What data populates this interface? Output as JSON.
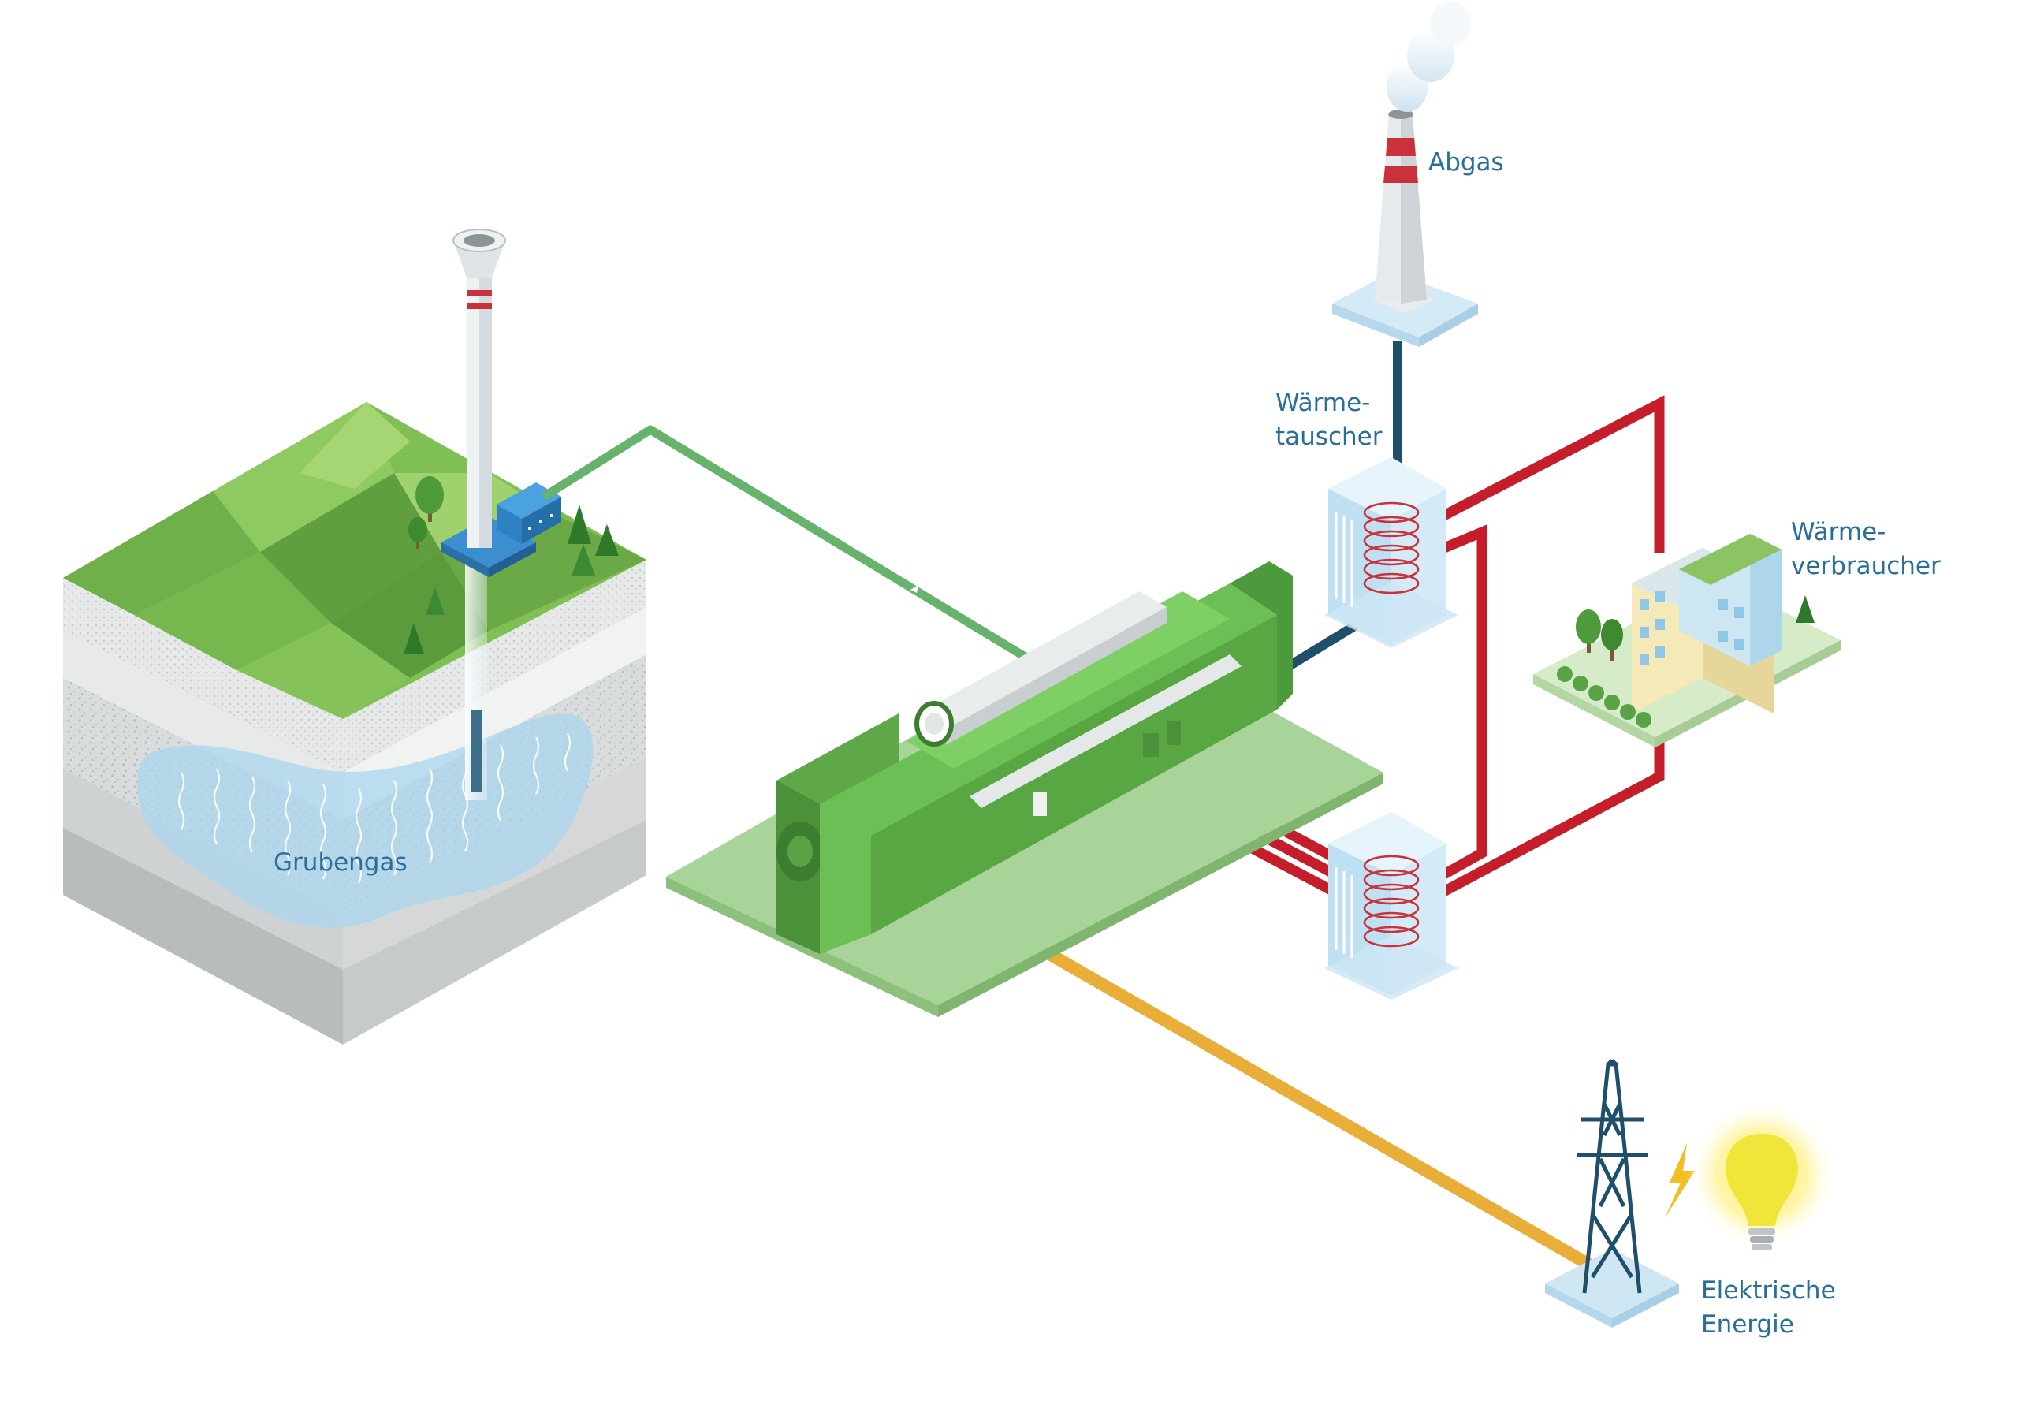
{
  "colors": {
    "gas_line": "#68b36b",
    "heat_loop": "#c61d2a",
    "exhaust_line": "#1f4f6b",
    "power_line": "#e9ae38",
    "label_text": "#2a6f9c"
  },
  "labels": {
    "grubengas": "Grubengas",
    "abgas": "Abgas",
    "waermetauscher_line1": "Wärme-",
    "waermetauscher_line2": "tauscher",
    "waermeverbraucher_line1": "Wärme-",
    "waermeverbraucher_line2": "verbraucher",
    "elektrische_line1": "Elektrische",
    "elektrische_line2": "Energie"
  },
  "icons": [
    "mine-gas-block",
    "gas-well-chimney",
    "gas-engine-generator",
    "heat-exchanger",
    "exhaust-chimney",
    "heat-consumer-building",
    "power-pylon",
    "lightning-icon",
    "light-bulb-icon"
  ]
}
